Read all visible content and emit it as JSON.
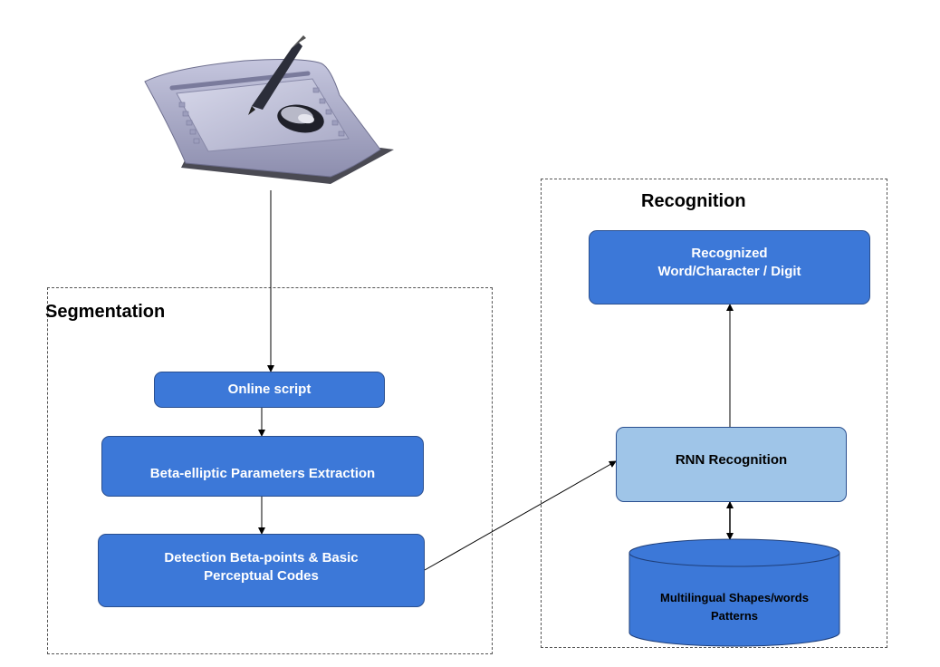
{
  "groups": {
    "segmentation_title": "Segmentation",
    "recognition_title": "Recognition"
  },
  "nodes": {
    "online_script": "Online script",
    "beta_elliptic": "Beta-elliptic Parameters Extraction",
    "detection": "Detection  Beta-points & Basic\nPerceptual Codes",
    "rnn": "RNN  Recognition",
    "recognized": "Recognized\nWord/Character / Digit",
    "database": "Multilingual Shapes/words\nPatterns"
  },
  "colors": {
    "node_dark": "#3c78d8",
    "node_light": "#9fc5e8",
    "tablet_body": "#a8a9c8"
  },
  "icons": {
    "tablet": "graphics-tablet-with-pen-and-mouse-icon",
    "database": "database-cylinder-icon"
  }
}
